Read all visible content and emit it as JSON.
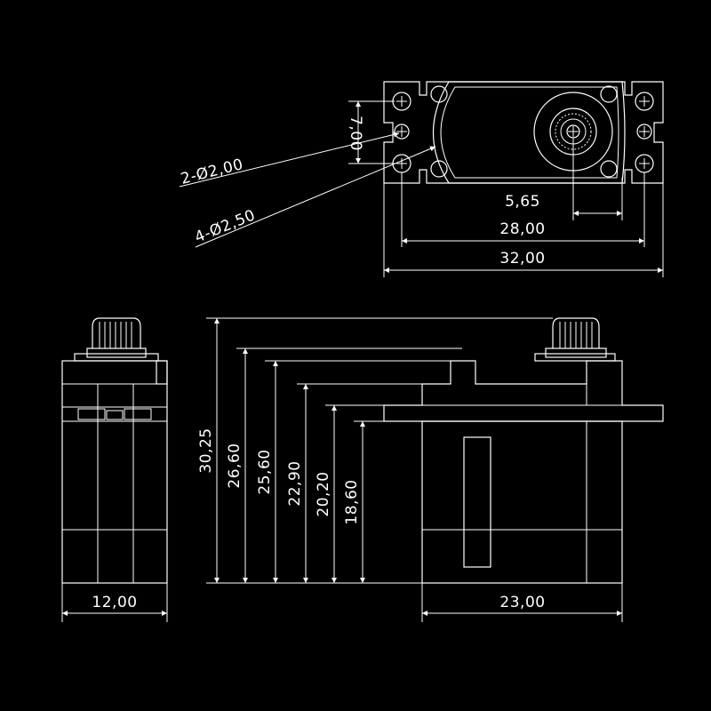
{
  "colors": {
    "background": "#000000",
    "line": "#ffffff"
  },
  "top_view": {
    "dim_height": "7,00",
    "dim_mount_hole_small": "2-Ø2,00",
    "dim_mount_hole_large": "4-Ø2,50",
    "dim_shaft_offset": "5,65",
    "dim_hole_spacing": "28,00",
    "dim_overall_width": "32,00"
  },
  "side_view": {
    "dim_width": "12,00"
  },
  "front_view": {
    "dim_overall_height": "30,25",
    "dim_h_26": "26,60",
    "dim_h_25": "25,60",
    "dim_h_22": "22,90",
    "dim_h_20": "20,20",
    "dim_h_18": "18,60",
    "dim_body_width": "23,00"
  }
}
